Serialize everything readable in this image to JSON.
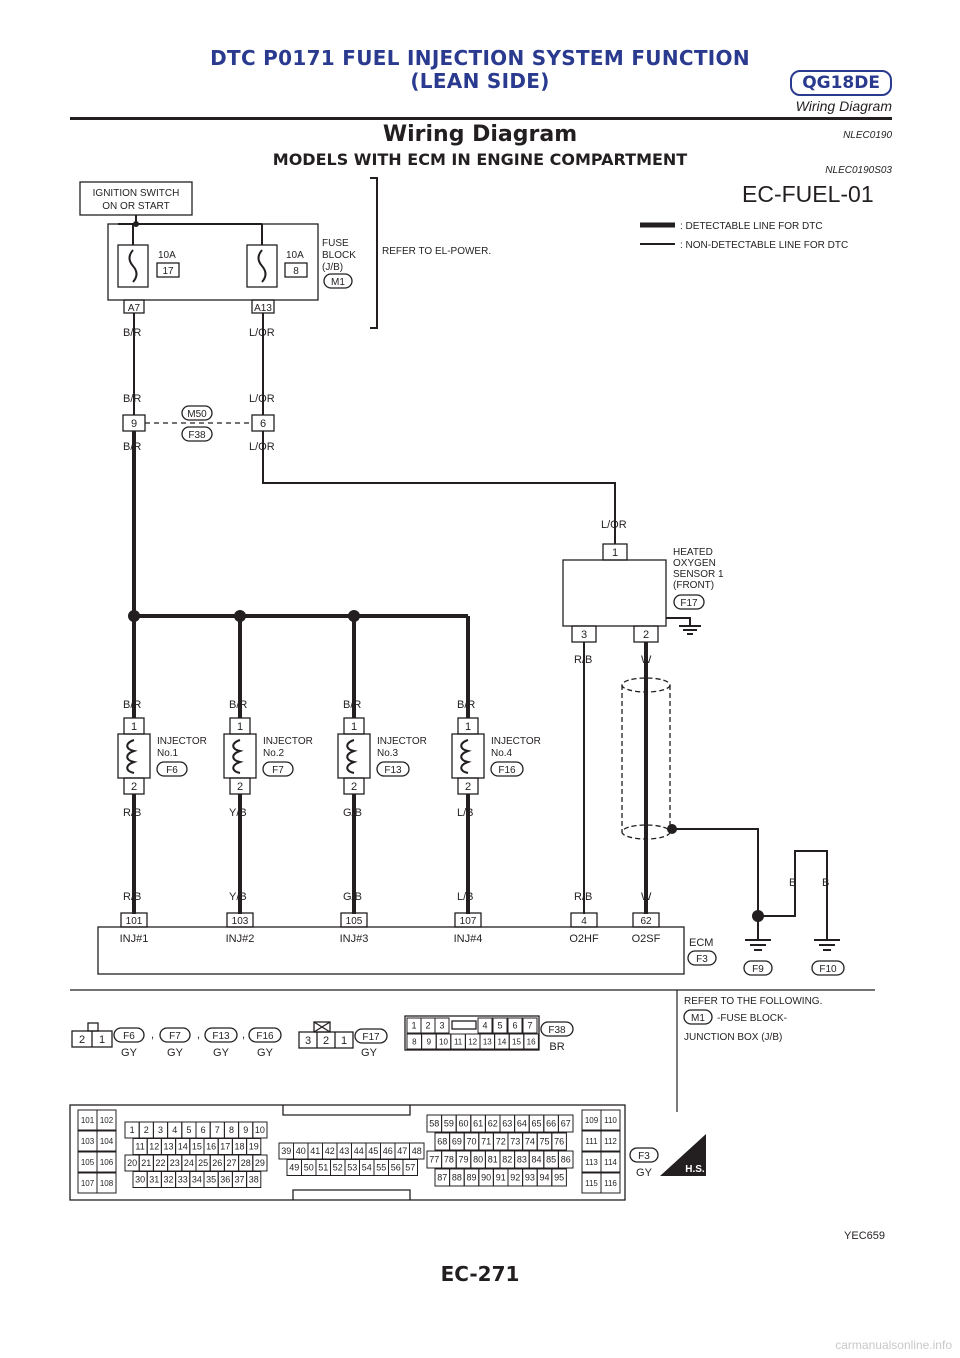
{
  "header": {
    "title_line1": "DTC P0171 FUEL INJECTION SYSTEM FUNCTION",
    "title_line2": "(LEAN SIDE)",
    "badge": "QG18DE",
    "subtitle": "Wiring Diagram"
  },
  "section": {
    "title": "Wiring Diagram",
    "title_code": "NLEC0190",
    "subtitle": "MODELS WITH ECM IN ENGINE COMPARTMENT",
    "subtitle_code": "NLEC0190S03"
  },
  "diagram": {
    "id": "EC-FUEL-01",
    "legend": [
      {
        "label": ": DETECTABLE LINE FOR DTC"
      },
      {
        "label": ": NON-DETECTABLE LINE FOR DTC"
      }
    ],
    "ignition_switch": {
      "line1": "IGNITION SWITCH",
      "line2": "ON OR START"
    },
    "fuse_block": {
      "label_lines": [
        "FUSE",
        "BLOCK",
        "(J/B)"
      ],
      "connector": "M1",
      "fuses": [
        {
          "rating": "10A",
          "number": "17",
          "terminal": "A7"
        },
        {
          "rating": "10A",
          "number": "8",
          "terminal": "A13"
        }
      ],
      "refer": "REFER TO EL-POWER."
    },
    "wires": {
      "br": "B/R",
      "lor": "L/OR",
      "rb": "R/B",
      "yb": "Y/B",
      "gb": "G/B",
      "lb": "L/B",
      "w": "W",
      "b": "B"
    },
    "harness_connector": {
      "pin_br": "9",
      "pin_lor": "6",
      "upper": "M50",
      "lower": "F38"
    },
    "o2_sensor": {
      "label_lines": [
        "HEATED",
        "OXYGEN",
        "SENSOR 1",
        "(FRONT)"
      ],
      "connector": "F17",
      "pins": [
        "1",
        "3",
        "2"
      ]
    },
    "injectors": [
      {
        "name_line1": "INJECTOR",
        "name_line2": "No.1",
        "connector": "F6",
        "pin_top": "1",
        "pin_bottom": "2"
      },
      {
        "name_line1": "INJECTOR",
        "name_line2": "No.2",
        "connector": "F7",
        "pin_top": "1",
        "pin_bottom": "2"
      },
      {
        "name_line1": "INJECTOR",
        "name_line2": "No.3",
        "connector": "F13",
        "pin_top": "1",
        "pin_bottom": "2"
      },
      {
        "name_line1": "INJECTOR",
        "name_line2": "No.4",
        "connector": "F16",
        "pin_top": "1",
        "pin_bottom": "2"
      }
    ],
    "ecm": {
      "label": "ECM",
      "connector": "F3",
      "terminals": [
        {
          "pin": "101",
          "name": "INJ#1"
        },
        {
          "pin": "103",
          "name": "INJ#2"
        },
        {
          "pin": "105",
          "name": "INJ#3"
        },
        {
          "pin": "107",
          "name": "INJ#4"
        },
        {
          "pin": "4",
          "name": "O2HF"
        },
        {
          "pin": "62",
          "name": "O2SF"
        }
      ]
    },
    "grounds": [
      "F9",
      "F10"
    ]
  },
  "connectors_section": {
    "inj_conn": {
      "pins": [
        "2",
        "1"
      ],
      "codes": [
        "F6",
        "F7",
        "F13",
        "F16"
      ],
      "color": "GY",
      "sep": ","
    },
    "o2_conn": {
      "pins": [
        "3",
        "2",
        "1"
      ],
      "code": "F17",
      "color": "GY"
    },
    "f38_conn": {
      "row1": [
        "1",
        "2",
        "3",
        "4",
        "5",
        "6",
        "7"
      ],
      "row2": [
        "8",
        "9",
        "10",
        "11",
        "12",
        "13",
        "14",
        "15",
        "16"
      ],
      "code": "F38",
      "color": "BR"
    },
    "refer": {
      "line1": "REFER TO THE FOLLOWING.",
      "code": "M1",
      "line2": "-FUSE BLOCK-",
      "line3": "JUNCTION BOX (J/B)"
    },
    "ecm_conn": {
      "block_a": [
        [
          "101",
          "102"
        ],
        [
          "103",
          "104"
        ],
        [
          "105",
          "106"
        ],
        [
          "107",
          "108"
        ]
      ],
      "block_b_rows": [
        [
          "1",
          "2",
          "3",
          "4",
          "5",
          "6",
          "7",
          "8",
          "9",
          "10"
        ],
        [
          "11",
          "12",
          "13",
          "14",
          "15",
          "16",
          "17",
          "18",
          "19"
        ],
        [
          "20",
          "21",
          "22",
          "23",
          "24",
          "25",
          "26",
          "27",
          "28",
          "29"
        ],
        [
          "30",
          "31",
          "32",
          "33",
          "34",
          "35",
          "36",
          "37",
          "38"
        ]
      ],
      "block_c_rows": [
        [
          "39",
          "40",
          "41",
          "42",
          "43",
          "44",
          "45",
          "46",
          "47",
          "48"
        ],
        [
          "49",
          "50",
          "51",
          "52",
          "53",
          "54",
          "55",
          "56",
          "57"
        ]
      ],
      "block_d_rows": [
        [
          "58",
          "59",
          "60",
          "61",
          "62",
          "63",
          "64",
          "65",
          "66",
          "67"
        ],
        [
          "68",
          "69",
          "70",
          "71",
          "72",
          "73",
          "74",
          "75",
          "76"
        ],
        [
          "77",
          "78",
          "79",
          "80",
          "81",
          "82",
          "83",
          "84",
          "85",
          "86"
        ],
        [
          "87",
          "88",
          "89",
          "90",
          "91",
          "92",
          "93",
          "94",
          "95"
        ]
      ],
      "block_e": [
        [
          "109",
          "110"
        ],
        [
          "111",
          "112"
        ],
        [
          "113",
          "114"
        ],
        [
          "115",
          "116"
        ]
      ],
      "code": "F3",
      "color": "GY",
      "hs_label": "H.S."
    }
  },
  "figure_id": "YEC659",
  "page_number": "EC-271",
  "watermark": "carmanualsonline.info"
}
